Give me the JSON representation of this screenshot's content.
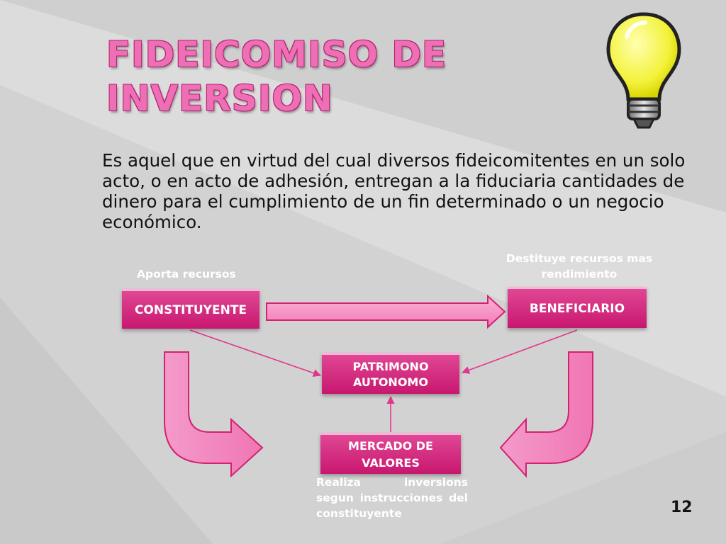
{
  "slide": {
    "title": "FIDEICOMISO DE INVERSION",
    "body": "Es aquel que en virtud del cual diversos  fideicomitentes en un solo acto, o en acto de adhesión, entregan a la fiduciaria cantidades de dinero para el cumplimiento de un fin determinado o un negocio económico.",
    "page_number": "12"
  },
  "diagram": {
    "nodes": {
      "constituyente": "CONSTITUYENTE",
      "beneficiario": "BENEFICIARIO",
      "patrimonio": "PATRIMONO AUTONOMO",
      "mercado": "MERCADO DE VALORES"
    },
    "labels": {
      "aporta": "Aporta recursos",
      "destituye": "Destituye recursos mas rendimiento",
      "realiza": "Realiza inversions segun instrucciones del constituyente"
    }
  },
  "colors": {
    "accent": "#d9267f",
    "title": "#ef6fb6",
    "arrow_fill": "#f484bd",
    "background": "#d9d9d9"
  },
  "icons": {
    "decoration": "light-bulb-icon"
  }
}
